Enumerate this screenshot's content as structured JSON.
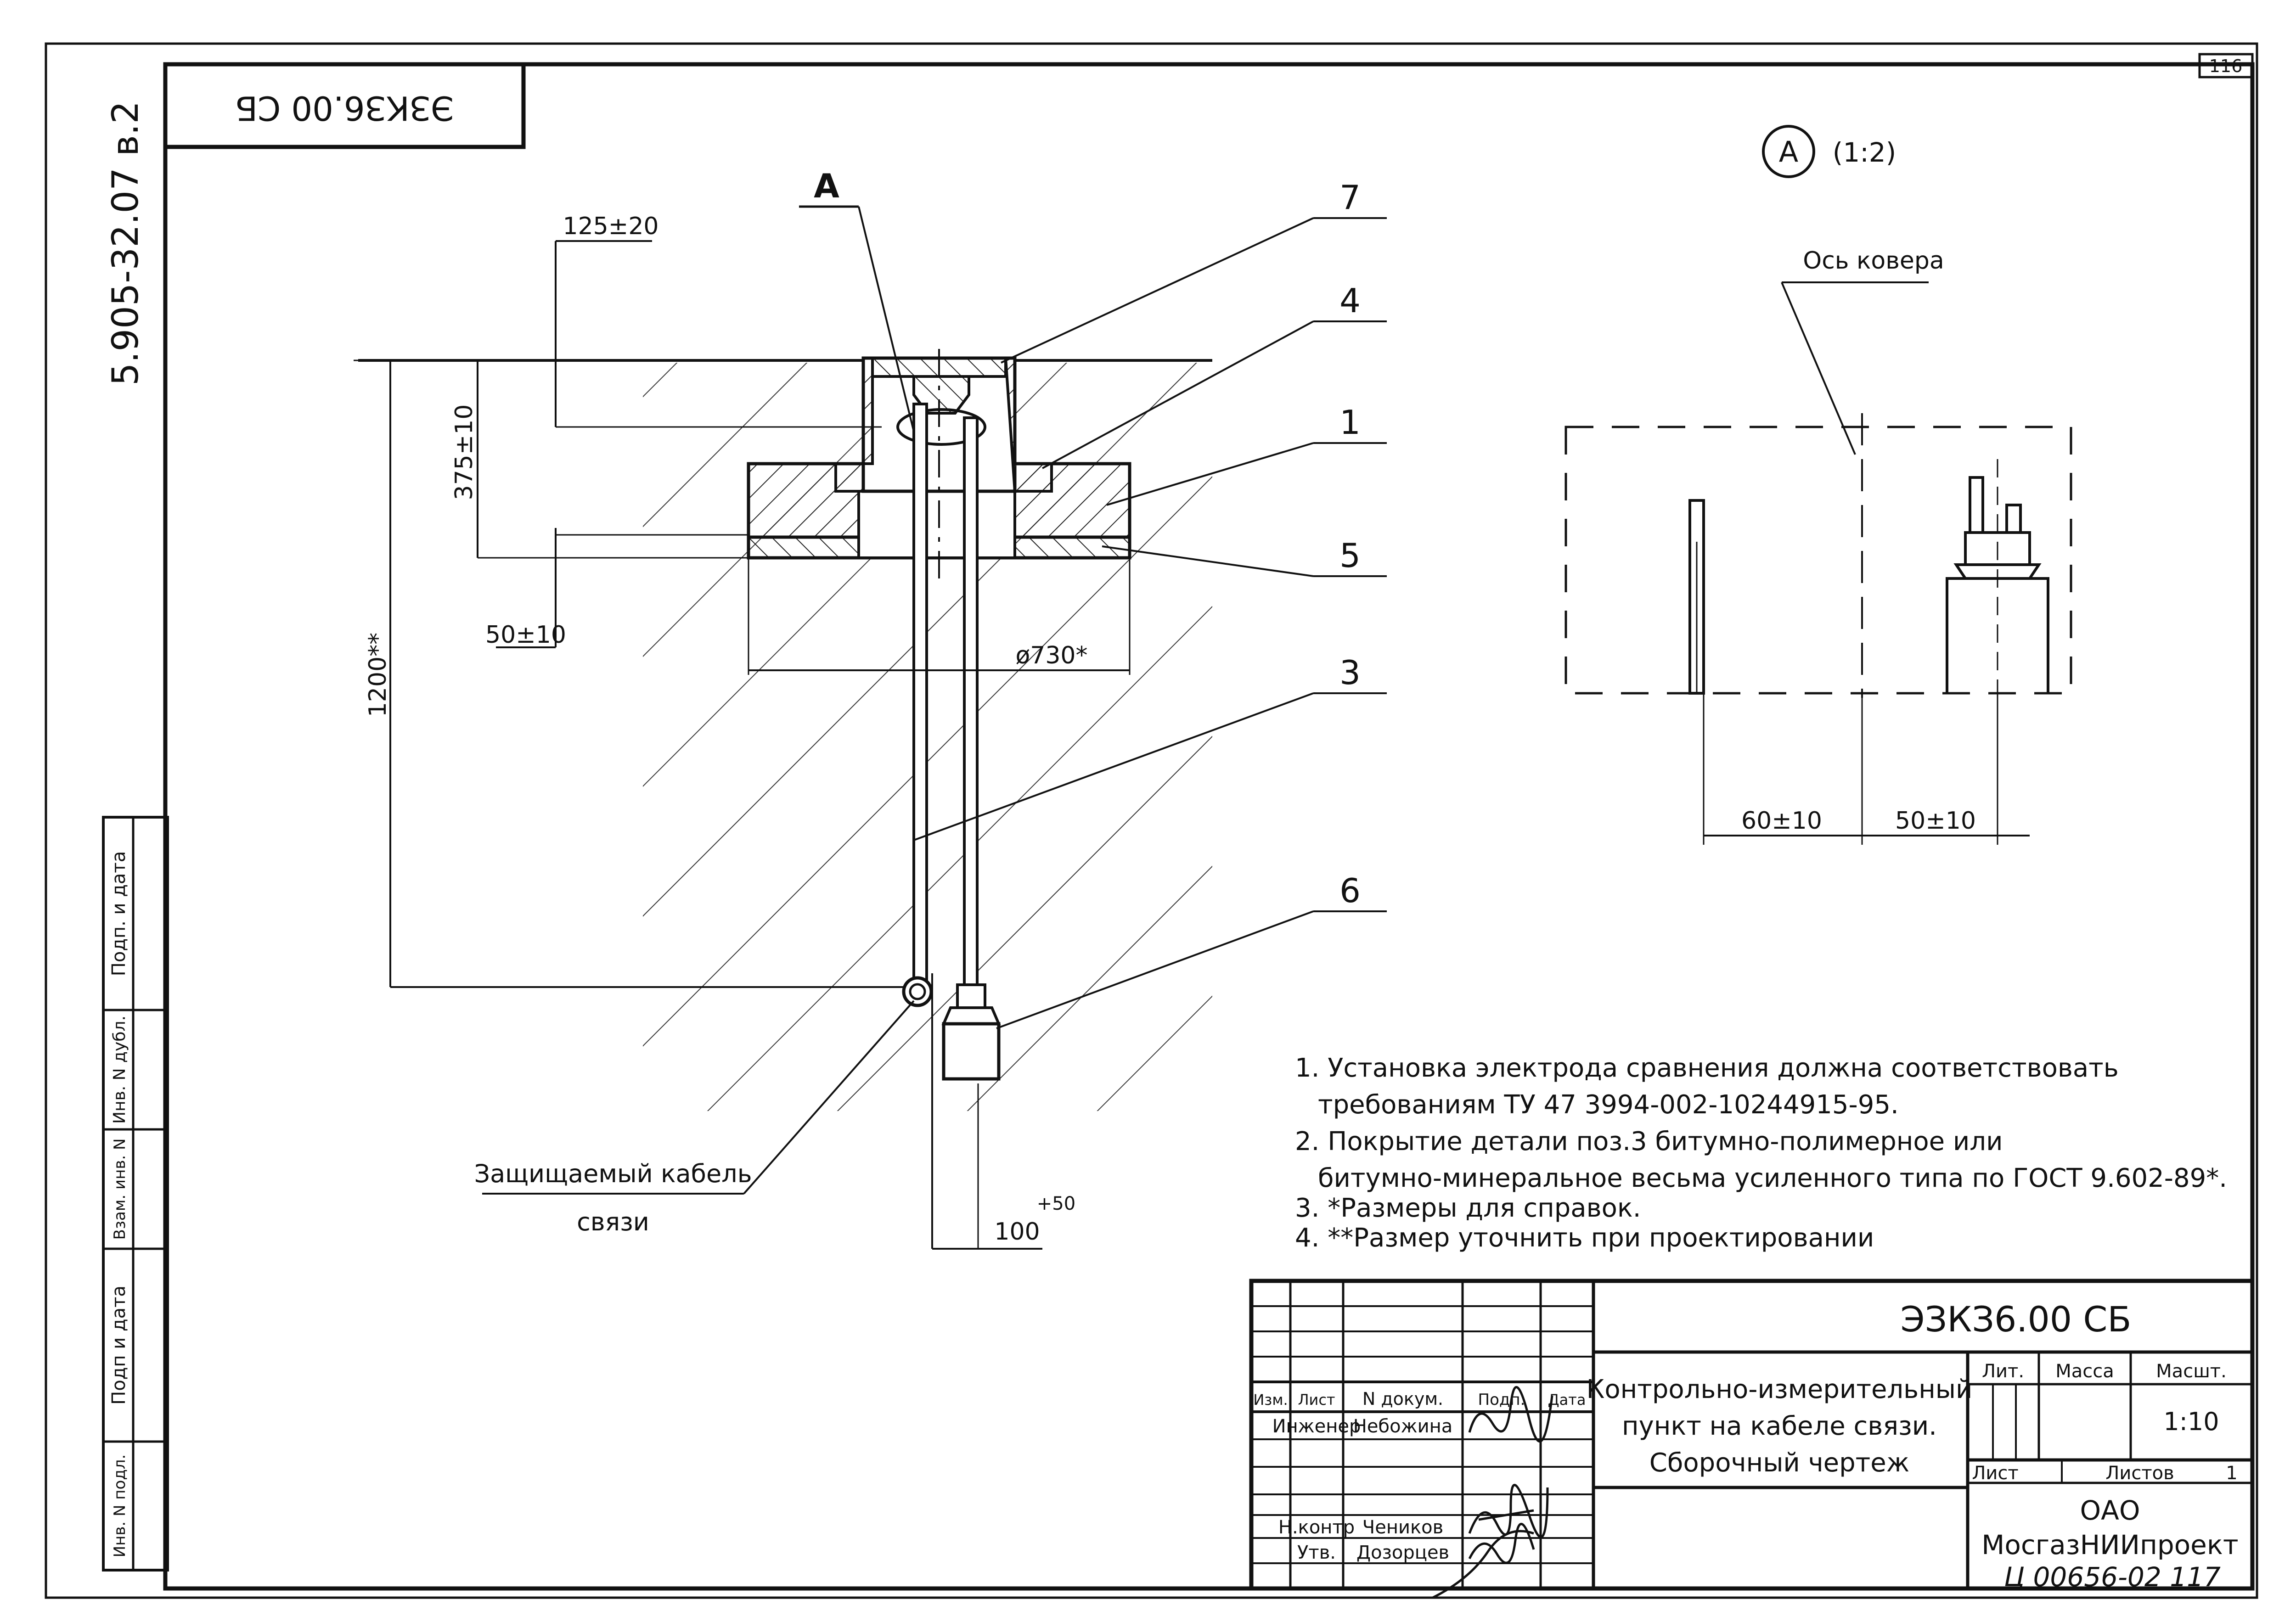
{
  "sheet": {
    "page_number": "116",
    "top_stamp": "ЭЗКЗ6.00 СБ",
    "series_code": "5.905-32.07 в.2"
  },
  "main_view": {
    "section_label": "A",
    "dim_125": "125±20",
    "dim_375": "375±10",
    "dim_50": "50±10",
    "dim_1200": "1200**",
    "dim_dia": "ø730*",
    "dim_100": "100",
    "dim_100_tol": "+50",
    "positions": [
      "7",
      "4",
      "1",
      "5",
      "3",
      "6"
    ],
    "cable_label_1": "Защищаемый кабель",
    "cable_label_2": "связи"
  },
  "detail": {
    "letter": "A",
    "scale": "(1:2)",
    "axis_label": "Ось ковера",
    "dim_left": "60±10",
    "dim_right": "50±10"
  },
  "notes": [
    "1. Установка электрода сравнения должна соответствовать",
    "требованиям ТУ 47 3994-002-10244915-95.",
    "2. Покрытие детали поз.3 битумно-полимерное или",
    "битумно-минеральное весьма усиленного типа по ГОСТ 9.602-89*.",
    "3. *Размеры для справок.",
    "4. **Размер уточнить при проектировании"
  ],
  "side_strip": {
    "labels": [
      "Подп. и дата",
      "Инв. N дубл.",
      "Взам. инв. N",
      "Подп и дата",
      "Инв. N подл."
    ]
  },
  "title_block": {
    "designation": "ЭЗКЗ6.00 СБ",
    "title_line1": "Контрольно-измерительный",
    "title_line2": "пункт на кабеле связи.",
    "title_line3": "Сборочный чертеж",
    "col_headers": [
      "Изм.",
      "Лист",
      "N докум.",
      "Подп.",
      "Дата"
    ],
    "lit_label": "Лит.",
    "mass_label": "Масса",
    "scale_label": "Масшт.",
    "scale_value": "1:10",
    "sheet_label": "Лист",
    "sheets_label": "Листов",
    "sheets_value": "1",
    "engineer_role": "Инженер",
    "engineer_name": "Небожина",
    "check_role": "Н.контр",
    "check_name": "Чеников",
    "approve_role": "Утв.",
    "approve_name": "Дозорцев",
    "org_line1": "ОАО",
    "org_line2": "МосгазНИИпроект",
    "archive_number": "Ц 00656-02 117"
  }
}
